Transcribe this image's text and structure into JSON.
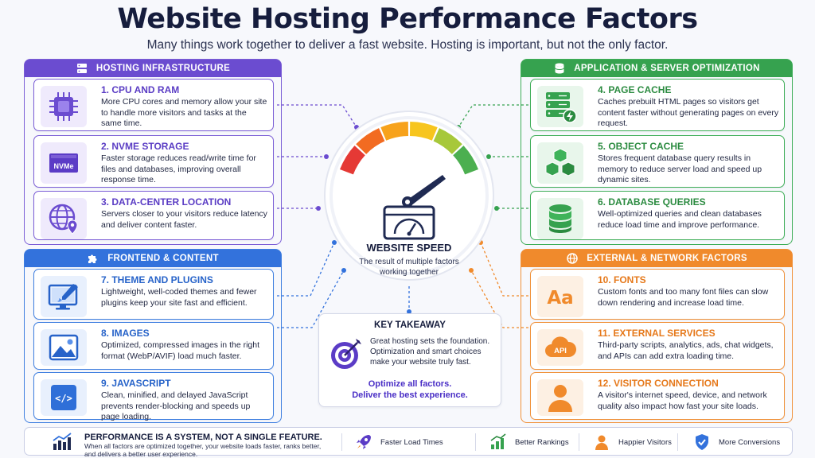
{
  "title": "Website Hosting Performance Factors",
  "subtitle": "Many things work together to deliver a fast website. Hosting is important, but not the only factor.",
  "sections": {
    "hosting": {
      "header": "HOSTING INFRASTRUCTURE",
      "icon": "server-stack-icon",
      "color": "#6b4cd0",
      "cards": [
        {
          "title": "1. CPU AND RAM",
          "desc": "More CPU cores and memory allow your site to handle more visitors and tasks at the same time.",
          "icon": "cpu-chip-icon"
        },
        {
          "title": "2. NVME STORAGE",
          "desc": "Faster storage reduces read/write time for files and databases, improving overall response time.",
          "icon": "nvme-drive-icon",
          "icon_text": "NVMe"
        },
        {
          "title": "3. DATA-CENTER LOCATION",
          "desc": "Servers closer to your visitors reduce latency and deliver content faster.",
          "icon": "globe-location-icon"
        }
      ]
    },
    "frontend": {
      "header": "FRONTEND & CONTENT",
      "icon": "puzzle-icon",
      "color": "#3372dc",
      "cards": [
        {
          "title": "7. THEME AND PLUGINS",
          "desc": "Lightweight, well-coded themes and fewer plugins keep your site fast and efficient.",
          "icon": "monitor-brush-icon"
        },
        {
          "title": "8. IMAGES",
          "desc": "Optimized, compressed images in the right format (WebP/AVIF) load much faster.",
          "icon": "image-icon"
        },
        {
          "title": "9. JAVASCRIPT",
          "desc": "Clean, minified, and delayed JavaScript prevents render-blocking and speeds up page loading.",
          "icon": "code-icon",
          "icon_text": "</>"
        }
      ]
    },
    "application": {
      "header": "APPLICATION & SERVER OPTIMIZATION",
      "icon": "database-icon",
      "color": "#36a24f",
      "cards": [
        {
          "title": "4. PAGE CACHE",
          "desc": "Caches prebuilt HTML pages so visitors get content faster without generating pages on every request.",
          "icon": "server-bolt-icon"
        },
        {
          "title": "5. OBJECT CACHE",
          "desc": "Stores frequent database query results in memory to reduce server load and speed up dynamic sites.",
          "icon": "cubes-icon"
        },
        {
          "title": "6. DATABASE QUERIES",
          "desc": "Well-optimized queries and clean databases reduce load time and improve performance.",
          "icon": "database-stack-icon"
        }
      ]
    },
    "external": {
      "header": "EXTERNAL & NETWORK FACTORS",
      "icon": "globe-icon",
      "color": "#f08a2c",
      "cards": [
        {
          "title": "10. FONTS",
          "desc": "Custom fonts and too many font files can slow down rendering and increase load time.",
          "icon": "font-icon",
          "icon_text": "Aa"
        },
        {
          "title": "11. EXTERNAL SERVICES",
          "desc": "Third-party scripts, analytics, ads, chat widgets, and APIs can add extra loading time.",
          "icon": "api-cloud-icon",
          "icon_text": "API"
        },
        {
          "title": "12. VISITOR CONNECTION",
          "desc": "A visitor's internet speed, device, and network quality also impact how fast your site loads.",
          "icon": "user-icon"
        }
      ]
    }
  },
  "center": {
    "title": "WEBSITE SPEED",
    "desc": "The result of multiple factors working together",
    "gauge_icon": "speedometer-icon",
    "gauge_colors": [
      "#e53935",
      "#f26b21",
      "#f7a21b",
      "#f7c51e",
      "#a7c83a",
      "#4caf50"
    ]
  },
  "takeaway": {
    "title": "KEY TAKEAWAY",
    "desc": "Great hosting sets the foundation. Optimization and smart choices make your website truly fast.",
    "cta_line1": "Optimize all factors.",
    "cta_line2": "Deliver the best experience.",
    "icon": "target-icon"
  },
  "footer": {
    "headline": "PERFORMANCE IS A SYSTEM, NOT A SINGLE FEATURE.",
    "desc": "When all factors are optimized together, your website loads faster, ranks better, and delivers a better user experience.",
    "icon": "bar-chart-icon",
    "benefits": [
      {
        "label": "Faster Load Times",
        "icon": "rocket-icon"
      },
      {
        "label": "Better Rankings",
        "icon": "rising-bars-icon"
      },
      {
        "label": "Happier Visitors",
        "icon": "happy-user-icon"
      },
      {
        "label": "More Conversions",
        "icon": "shield-check-icon"
      }
    ]
  }
}
